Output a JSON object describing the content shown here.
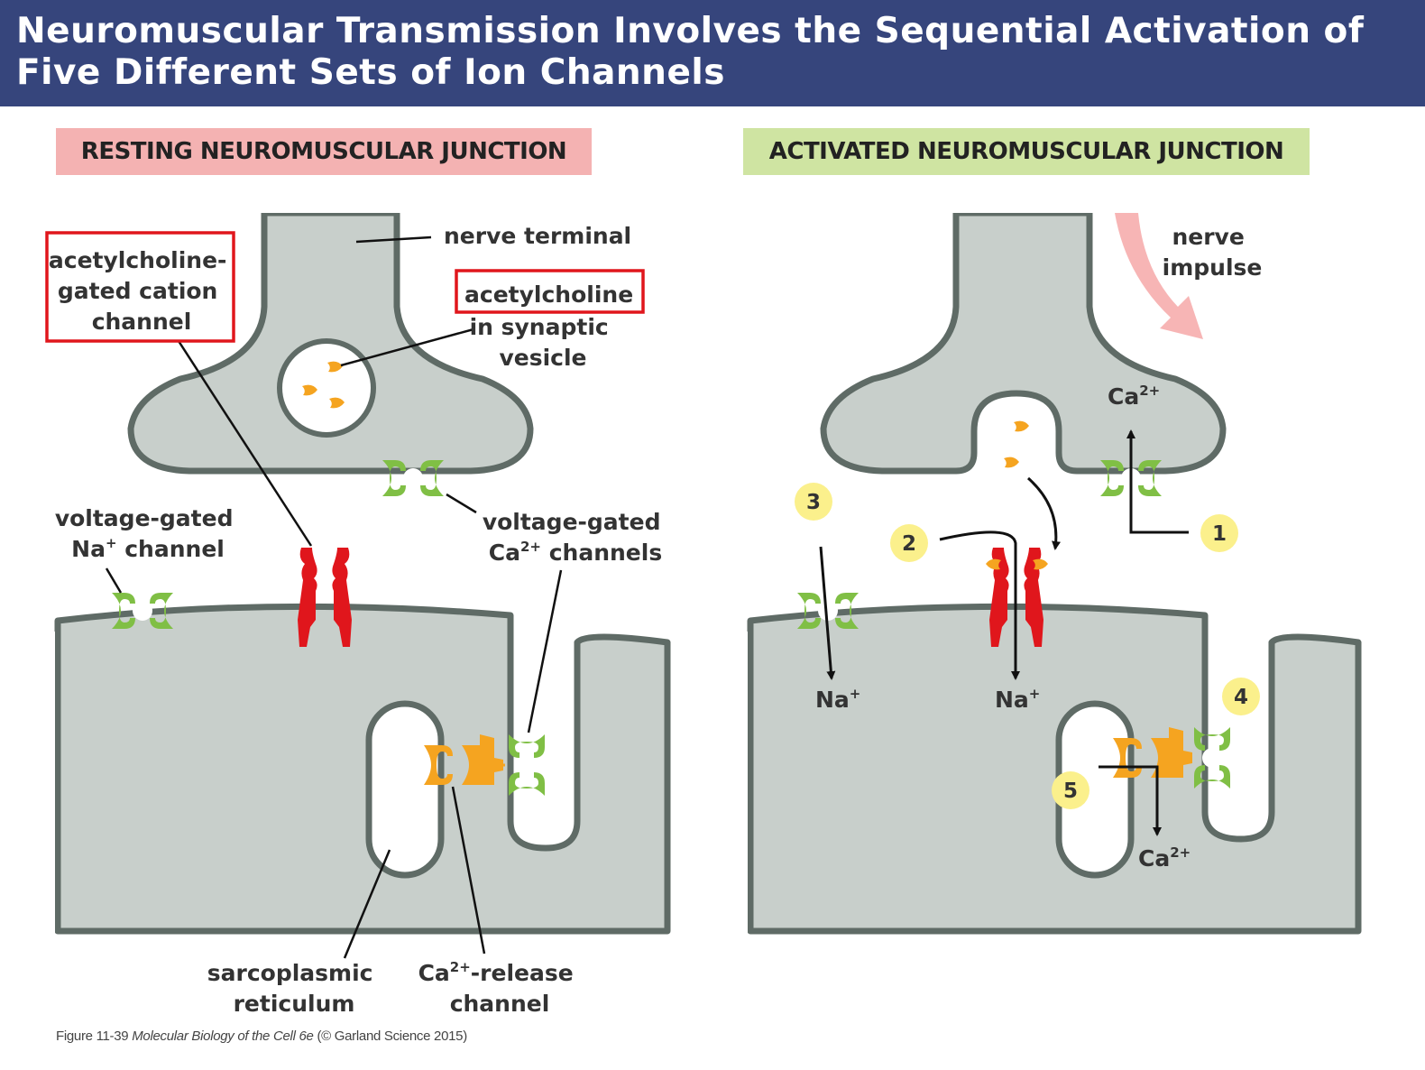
{
  "title": "Neuromuscular Transmission Involves the Sequential Activation of Five Different Sets of Ion Channels",
  "panels": {
    "resting": {
      "header": "RESTING NEUROMUSCULAR JUNCTION",
      "labels": {
        "nerve_terminal": "nerve terminal",
        "ach_channel": [
          "acetylcholine-",
          "gated cation",
          "channel"
        ],
        "acetylcholine": "acetylcholine",
        "in_synaptic_vesicle": [
          "in synaptic",
          "vesicle"
        ],
        "vg_na": [
          "voltage-gated",
          "Na",
          "+",
          " channel"
        ],
        "vg_ca": [
          "voltage-gated",
          "Ca",
          "2+",
          " channels"
        ],
        "sarcoplasmic_reticulum": [
          "sarcoplasmic",
          "reticulum"
        ],
        "ca_release": [
          "Ca",
          "2+",
          "-release",
          "channel"
        ]
      }
    },
    "activated": {
      "header": "ACTIVATED NEUROMUSCULAR JUNCTION",
      "labels": {
        "nerve_impulse": [
          "nerve",
          "impulse"
        ],
        "ca_top": [
          "Ca",
          "2+"
        ],
        "na_left": [
          "Na",
          "+"
        ],
        "na_center": [
          "Na",
          "+"
        ],
        "ca_bottom": [
          "Ca",
          "2+"
        ]
      },
      "steps": [
        "1",
        "2",
        "3",
        "4",
        "5"
      ]
    }
  },
  "caption": {
    "prefix": "Figure 11-39 ",
    "book": "Molecular Biology of the Cell 6e",
    "suffix": " (© Garland Science 2015)"
  },
  "colors": {
    "banner": "#36457c",
    "resting_header": "#f4b2b2",
    "activated_header": "#cfe4a2",
    "cell_fill": "#c8cfcb",
    "membrane": "#5f6b66",
    "ach_channel": "#e0161c",
    "voltage_gated_channel": "#80bf45",
    "ca_release_channel": "#f5a420",
    "highlight_box": "#e0161c",
    "step_badge": "#fbf08c",
    "nerve_impulse_arrow": "#f7b5b5"
  }
}
